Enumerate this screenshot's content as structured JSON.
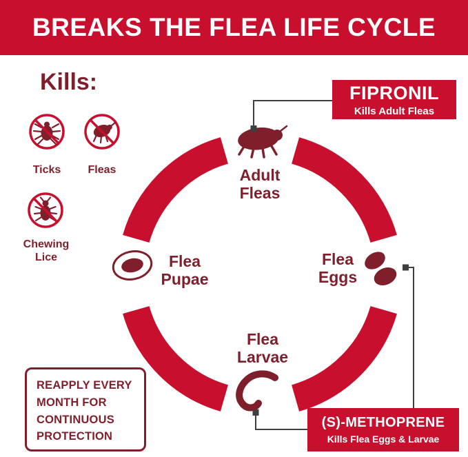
{
  "colors": {
    "brand_red": "#c8102e",
    "dark_red": "#7e1f2b",
    "connector": "#3f3f3f"
  },
  "header": {
    "title": "BREAKS THE FLEA LIFE CYCLE"
  },
  "kills": {
    "heading": "Kills:",
    "items": [
      {
        "label": "Ticks",
        "icon": "no-ticks-icon"
      },
      {
        "label": "Fleas",
        "icon": "no-fleas-icon"
      },
      {
        "label": "Chewing Lice",
        "icon": "no-chewing-lice-icon"
      }
    ]
  },
  "cycle": {
    "stages": [
      {
        "label": "Adult Fleas",
        "position": "top",
        "icon": "adult-flea-icon"
      },
      {
        "label": "Flea Eggs",
        "position": "right",
        "icon": "flea-eggs-icon"
      },
      {
        "label": "Flea Larvae",
        "position": "bottom",
        "icon": "flea-larva-icon"
      },
      {
        "label": "Flea Pupae",
        "position": "left",
        "icon": "flea-pupae-icon"
      }
    ]
  },
  "callouts": {
    "fipronil": {
      "title": "FIPRONIL",
      "subtitle": "Kills Adult Fleas"
    },
    "s_methoprene": {
      "title": "(S)-METHOPRENE",
      "subtitle": "Kills Flea Eggs & Larvae"
    }
  },
  "reapply_note": "REAPPLY EVERY MONTH FOR CONTINUOUS PROTECTION"
}
